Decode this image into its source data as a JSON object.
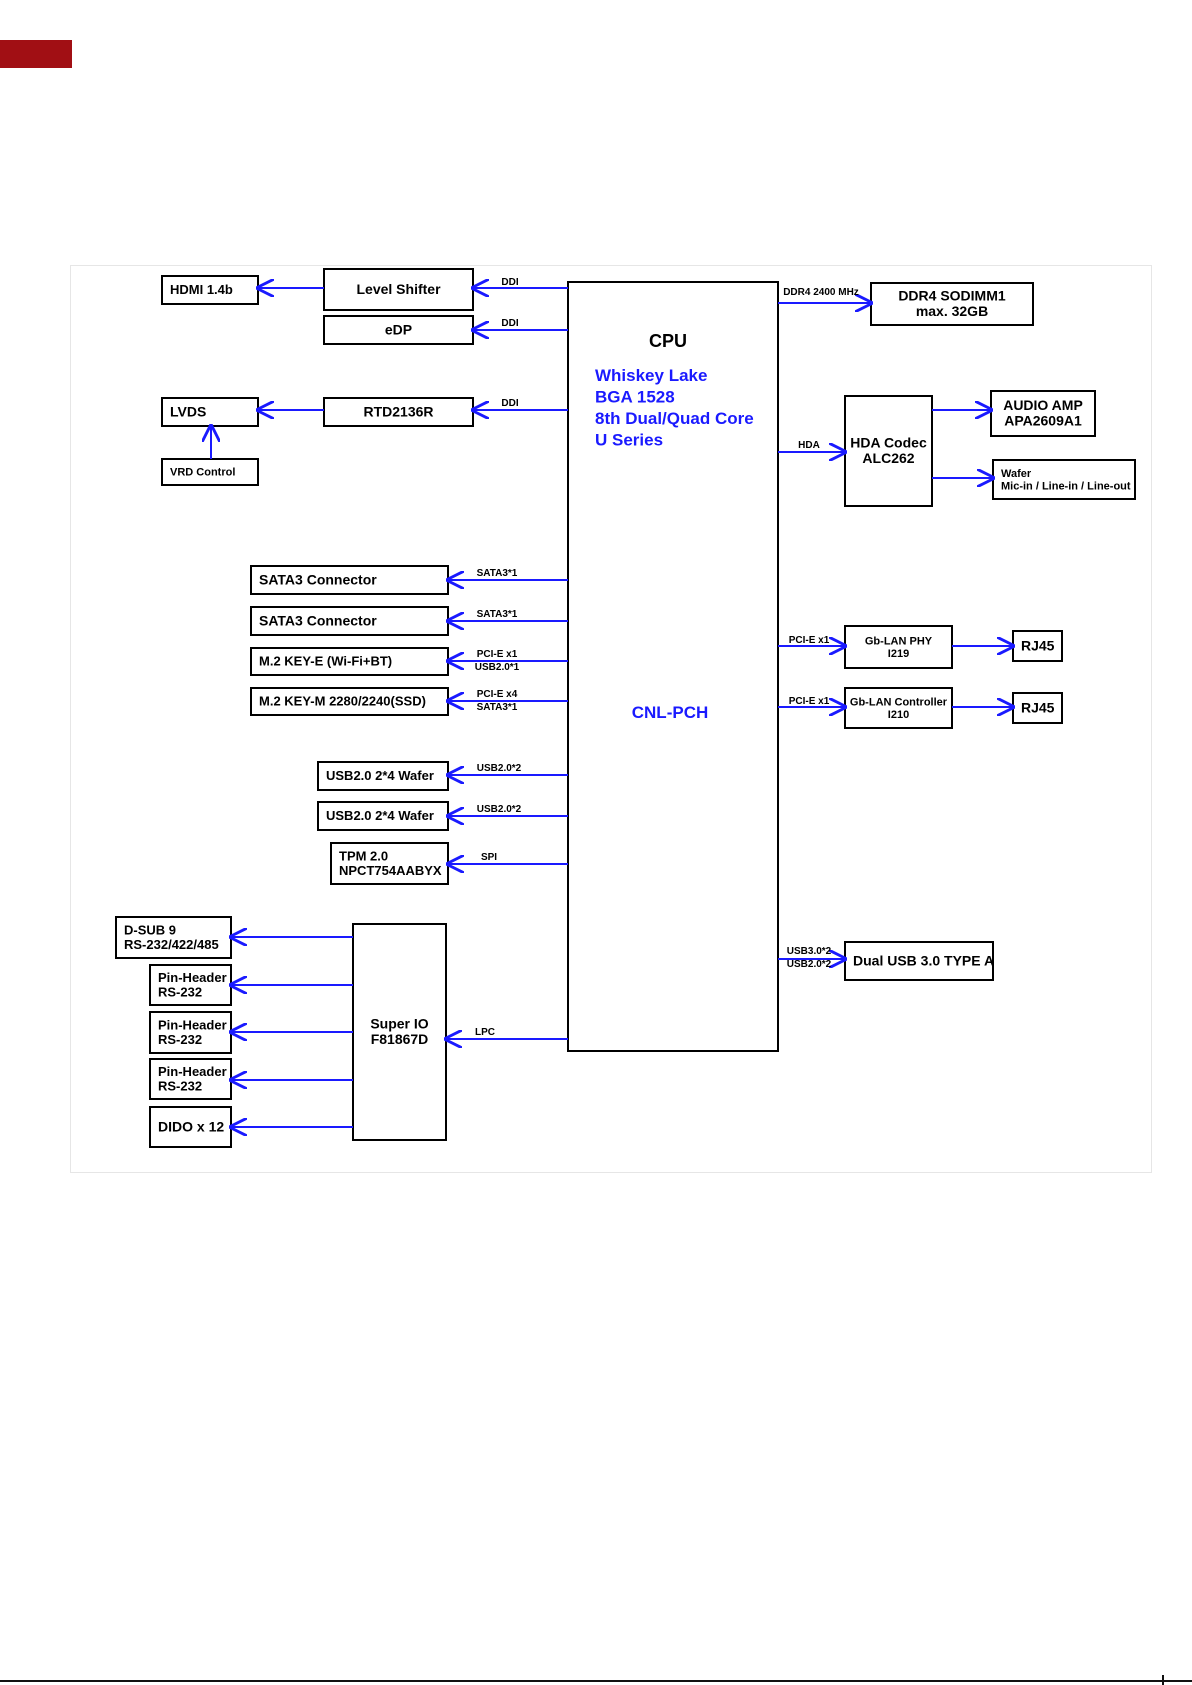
{
  "colors": {
    "accent": "#a10f14",
    "line": "#1a1aff",
    "box_border": "#000000",
    "cpu_text": "#1a1aff"
  },
  "cpu": {
    "title": "CPU",
    "lines": [
      "Whiskey Lake",
      "BGA 1528",
      "8th Dual/Quad Core",
      "U Series"
    ],
    "pch": "CNL-PCH"
  },
  "boxes": {
    "hdmi": [
      "HDMI 1.4b"
    ],
    "level_shifter": [
      "Level Shifter"
    ],
    "edp": [
      "eDP"
    ],
    "lvds": [
      "LVDS"
    ],
    "rtd": [
      "RTD2136R"
    ],
    "vrd": [
      "VRD Control"
    ],
    "ddr4": [
      "DDR4 SODIMM1",
      "max. 32GB"
    ],
    "hda_codec": [
      "HDA Codec",
      "ALC262"
    ],
    "audio_amp": [
      "AUDIO AMP",
      "APA2609A1"
    ],
    "wafer": [
      "Wafer",
      "Mic-in / Line-in / Line-out"
    ],
    "sata1": [
      "SATA3 Connector"
    ],
    "sata2": [
      "SATA3 Connector"
    ],
    "m2e": [
      "M.2 KEY-E (Wi-Fi+BT)"
    ],
    "m2m": [
      "M.2 KEY-M 2280/2240(SSD)"
    ],
    "usbw1": [
      "USB2.0 2*4 Wafer"
    ],
    "usbw2": [
      "USB2.0 2*4 Wafer"
    ],
    "tpm": [
      "TPM 2.0",
      "NPCT754AABYX"
    ],
    "lan_phy": [
      "Gb-LAN PHY",
      "I219"
    ],
    "lan_ctrl": [
      "Gb-LAN Controller",
      "I210"
    ],
    "rj45_1": [
      "RJ45"
    ],
    "rj45_2": [
      "RJ45"
    ],
    "dual_usb": [
      "Dual USB 3.0 TYPE A"
    ],
    "dsub": [
      "D-SUB 9",
      "RS-232/422/485"
    ],
    "pin1": [
      "Pin-Header",
      "RS-232"
    ],
    "pin2": [
      "Pin-Header",
      "RS-232"
    ],
    "pin3": [
      "Pin-Header",
      "RS-232"
    ],
    "dido": [
      "DIDO x 12"
    ],
    "superio": [
      "Super IO",
      "F81867D"
    ]
  },
  "labels": {
    "ddi1": "DDI",
    "ddi2": "DDI",
    "ddi3": "DDI",
    "ddr4_bus": "DDR4 2400 MHz",
    "hda": "HDA",
    "sata1": "SATA3*1",
    "sata2": "SATA3*1",
    "m2e_a": "PCI-E x1",
    "m2e_b": "USB2.0*1",
    "m2m_a": "PCI-E x4",
    "m2m_b": "SATA3*1",
    "usb1": "USB2.0*2",
    "usb2": "USB2.0*2",
    "spi": "SPI",
    "lpc": "LPC",
    "pcie1": "PCI-E x1",
    "pcie2": "PCI-E x1",
    "usb3_a": "USB3.0*2",
    "usb3_b": "USB2.0*2"
  }
}
